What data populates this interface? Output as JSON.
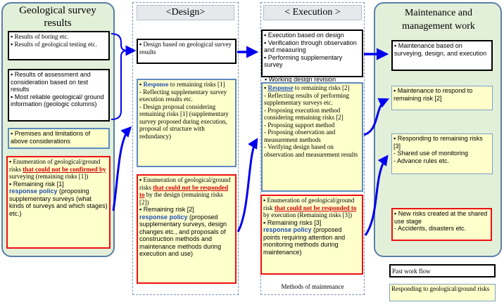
{
  "columns": {
    "survey": {
      "title": "Geological survey results",
      "box1": [
        "Results of boring etc.",
        "Results of geological testing etc."
      ],
      "box2": [
        "Results of assessment and consideration based on test results",
        "Most reliable geological/ ground information (geologic columns)"
      ],
      "box3": "Premises and limitations of above considerations",
      "box4": {
        "l1": "Enumeration of geological/ground risks ",
        "red": "that could not be confirmed by",
        "l1b": " surveying (remaining risks [1])",
        "l2": "Remaining risk [1]",
        "blue": "response policy",
        "l3": " (proposing supplementary surveys (what kinds of surveys and which stages) etc.)"
      }
    },
    "design": {
      "title": "<Design>",
      "box1": "Design based on geological survey results",
      "box2": {
        "blue": "Response",
        "t1": " to remaining risks [1]",
        "t2": "- Reflecting supplementary survey execution results etc.",
        "t3": "- Design proposal considering remaining risks [1] (supplementary survey proposed during execution, proposal of structure with redundancy)"
      },
      "box3": {
        "l1": "Enumeration of geological/ground risks ",
        "red": "that could not be responded to",
        "l1b": " by the design (remaining risks [2])",
        "l2": "Remaining risk [2]",
        "blue": "response policy",
        "l3": " (proposed supplementary surveys, design changes etc., and proposals of construction methods and maintenance methods during execution and use)"
      }
    },
    "execution": {
      "title": "< Execution >",
      "box1": [
        "Execution based on design",
        "Verification through observation and measuring",
        "Performing supplementary survey"
      ],
      "partial": "Working design revision",
      "box2": {
        "blue": "Response",
        "t1": " to remaining risks [2]",
        "t2": "- Reflecting results of performing supplementary surveys etc.",
        "t3": "- Proposing execution method considering remaining risks [2]",
        "t4": "- Proposing support method",
        "t5": "- Proposing observation and measurement methods",
        "t6": "- Verifying design based on observation and measurement results"
      },
      "box3": {
        "l1": "Enumeration of geological/ground risk ",
        "red": "that could not be responded to",
        "l1b": " by execution (Remaining risks [3])",
        "l2": "Remaining risks [3]",
        "blue": "response policy",
        "l3": " (proposed points requiring attention and monitoring methods during maintenance)"
      },
      "footer": "Methods of maintenance"
    },
    "maintenance": {
      "title": "Maintenance and management work",
      "box1": "Maintenance based on surveying, design, and execution",
      "box2": "Maintenance to respond to remaining risk [2]",
      "box3": {
        "t1": "Responding to remaining risks [3]",
        "t2": "- Shared use of monitoring",
        "t3": "- Advance rules etc."
      },
      "box4": {
        "t1": "New risks created at the shared use stage",
        "t2": "- Accidents, disasters etc."
      }
    }
  },
  "legend": {
    "past": "Past work flow",
    "responding": "Responding to geological/ground risks"
  },
  "bullet": "▪",
  "colors": {
    "arrow": "#0000ee",
    "red_border": "#ee1111",
    "yellow_fill": "#ffffcc",
    "green_fill": "#e3f0d9"
  }
}
